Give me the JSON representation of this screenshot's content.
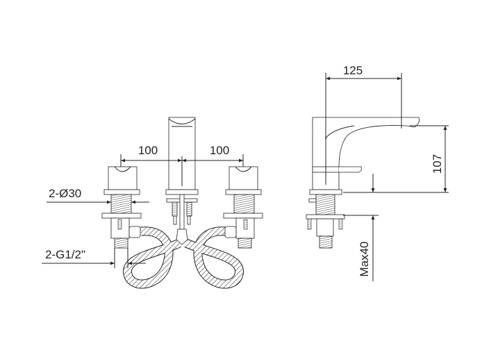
{
  "front_view": {
    "dim_left": "100",
    "dim_right": "100",
    "dim_diameter": "2-Ø30",
    "dim_thread": "2-G1/2\""
  },
  "side_view": {
    "dim_reach": "125",
    "dim_height": "107",
    "dim_max_deck": "Max40"
  },
  "colors": {
    "line": "#231f20",
    "background": "#ffffff"
  }
}
